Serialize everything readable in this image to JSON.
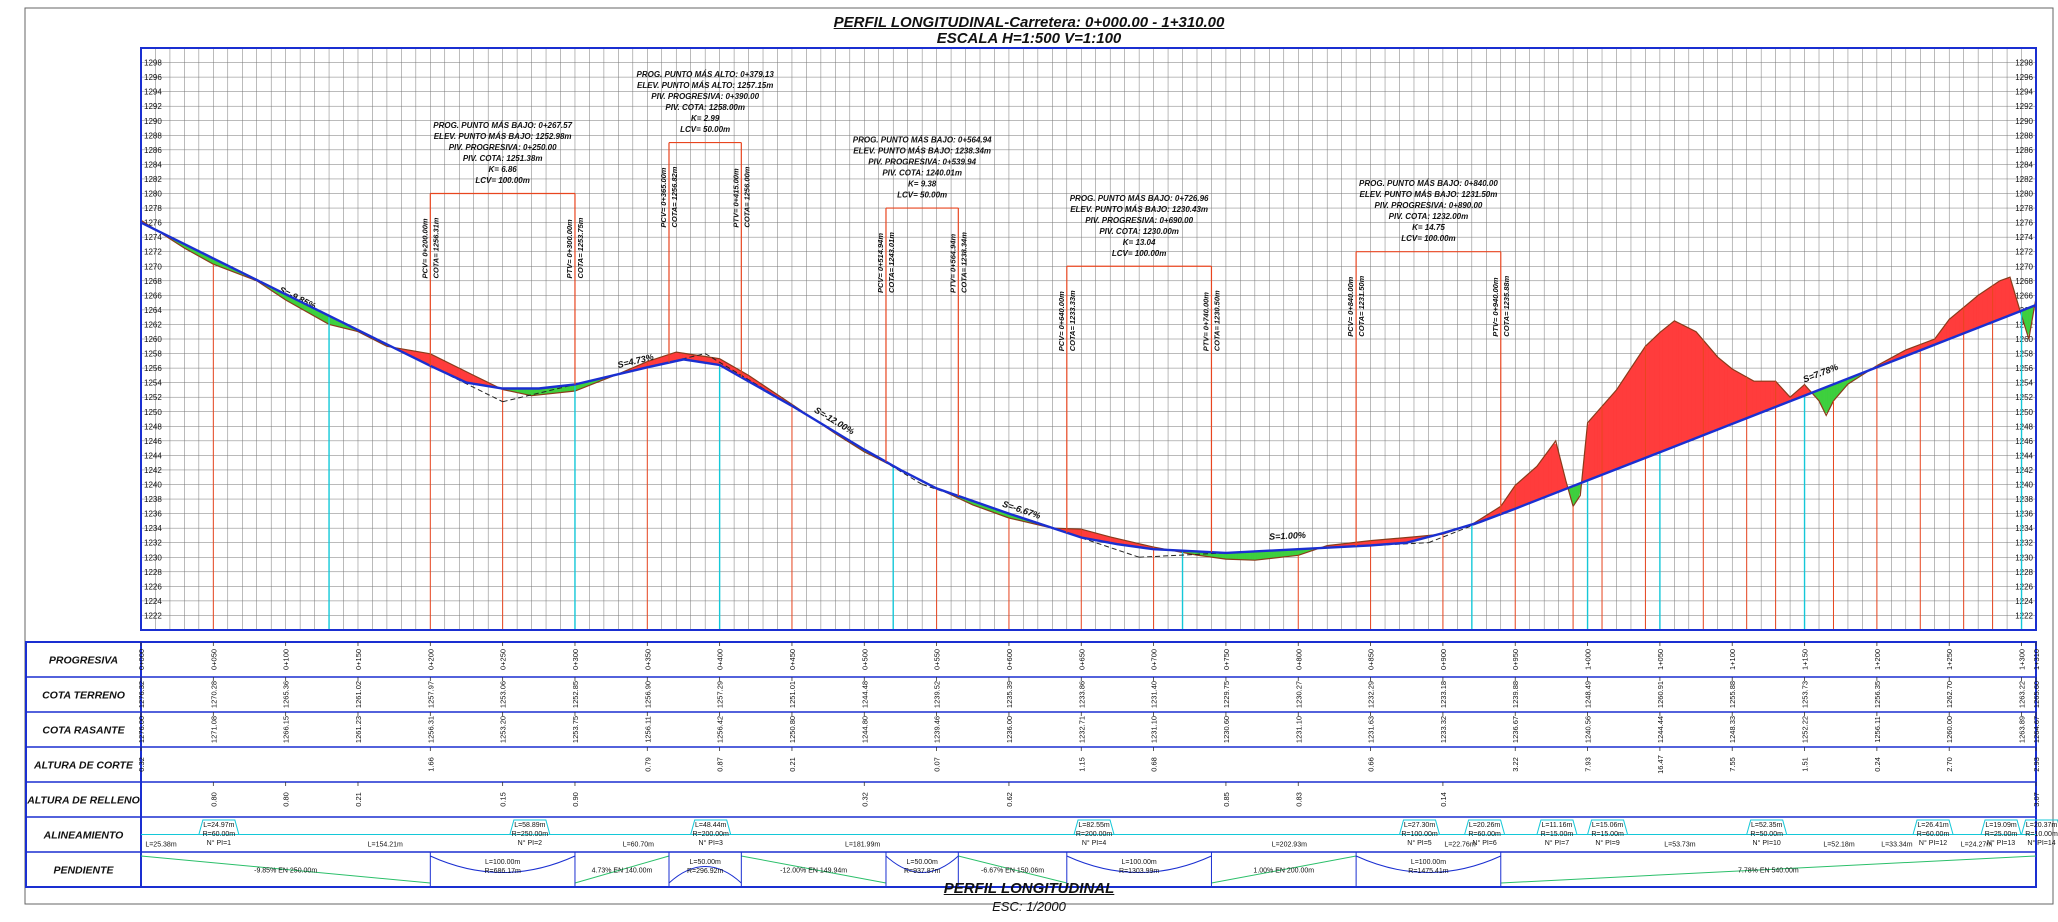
{
  "title": "PERFIL LONGITUDINAL-Carretera: 0+000.00 - 1+310.00",
  "subtitle": "ESCALA H=1:500 V=1:100",
  "footer_title": "PERFIL LONGITUDINAL",
  "footer_scale": "ESC: 1/2000",
  "colors": {
    "frame": "#1a2fd1",
    "grade": "#1a2fd1",
    "cut": "#ff3c3c",
    "fill": "#3ecf3e",
    "grid": "#777777",
    "vertical_red": "#e8451f",
    "vertical_cyan": "#14c8d8",
    "text": "#111111"
  },
  "chart_data": {
    "type": "profile",
    "x_range": [
      0,
      1310
    ],
    "y_range": [
      1220,
      1300
    ],
    "y_ticks": [
      1222,
      1224,
      1226,
      1228,
      1230,
      1232,
      1234,
      1236,
      1238,
      1240,
      1242,
      1244,
      1246,
      1248,
      1250,
      1252,
      1254,
      1256,
      1258,
      1260,
      1262,
      1264,
      1266,
      1268,
      1270,
      1272,
      1274,
      1276,
      1278,
      1280,
      1282,
      1284,
      1286,
      1288,
      1290,
      1292,
      1294,
      1296,
      1298
    ],
    "y_tick_labels": [
      "1222",
      "1224",
      "1226",
      "1228",
      "1230",
      "1232",
      "1234",
      "1236",
      "1238",
      "1240",
      "1242",
      "1244",
      "1246",
      "1248",
      "1250",
      "1252",
      "1254",
      "1256",
      "1258",
      "1260",
      "1262",
      "1264",
      "1266",
      "1268",
      "1270",
      "1272",
      "1274",
      "1276",
      "1278",
      "1280",
      "1282",
      "1284",
      "1286",
      "1288",
      "1290",
      "1292",
      "1294",
      "1296",
      "1298"
    ],
    "terrain": [
      [
        0,
        1276.32
      ],
      [
        30,
        1272.5
      ],
      [
        50,
        1270.28
      ],
      [
        80,
        1268.0
      ],
      [
        100,
        1265.36
      ],
      [
        130,
        1262.0
      ],
      [
        150,
        1261.02
      ],
      [
        170,
        1259.0
      ],
      [
        200,
        1257.97
      ],
      [
        230,
        1255.0
      ],
      [
        250,
        1253.06
      ],
      [
        270,
        1252.2
      ],
      [
        300,
        1252.85
      ],
      [
        330,
        1255.2
      ],
      [
        350,
        1256.9
      ],
      [
        370,
        1258.2
      ],
      [
        390,
        1257.6
      ],
      [
        400,
        1257.29
      ],
      [
        420,
        1255.0
      ],
      [
        450,
        1251.01
      ],
      [
        480,
        1247.0
      ],
      [
        500,
        1244.48
      ],
      [
        520,
        1242.5
      ],
      [
        550,
        1239.52
      ],
      [
        575,
        1237.2
      ],
      [
        600,
        1235.39
      ],
      [
        630,
        1234.0
      ],
      [
        650,
        1233.86
      ],
      [
        670,
        1232.8
      ],
      [
        700,
        1231.4
      ],
      [
        730,
        1230.3
      ],
      [
        750,
        1229.75
      ],
      [
        770,
        1229.6
      ],
      [
        800,
        1230.27
      ],
      [
        820,
        1231.6
      ],
      [
        850,
        1232.29
      ],
      [
        880,
        1232.8
      ],
      [
        900,
        1233.18
      ],
      [
        920,
        1234.5
      ],
      [
        940,
        1237.0
      ],
      [
        950,
        1239.88
      ],
      [
        965,
        1242.5
      ],
      [
        978,
        1246.0
      ],
      [
        985,
        1240.5
      ],
      [
        990,
        1237.0
      ],
      [
        995,
        1238.5
      ],
      [
        1000,
        1248.49
      ],
      [
        1020,
        1253.0
      ],
      [
        1040,
        1259.0
      ],
      [
        1050,
        1260.91
      ],
      [
        1060,
        1262.5
      ],
      [
        1075,
        1261.0
      ],
      [
        1090,
        1257.5
      ],
      [
        1100,
        1255.88
      ],
      [
        1115,
        1254.2
      ],
      [
        1130,
        1254.2
      ],
      [
        1140,
        1252.0
      ],
      [
        1150,
        1253.73
      ],
      [
        1160,
        1251.5
      ],
      [
        1165,
        1249.5
      ],
      [
        1170,
        1251.5
      ],
      [
        1180,
        1253.8
      ],
      [
        1200,
        1256.35
      ],
      [
        1220,
        1258.5
      ],
      [
        1240,
        1260.0
      ],
      [
        1250,
        1262.7
      ],
      [
        1270,
        1266.0
      ],
      [
        1285,
        1268.0
      ],
      [
        1292,
        1268.5
      ],
      [
        1300,
        1263.22
      ],
      [
        1305,
        1260.0
      ],
      [
        1310,
        1265.67
      ]
    ],
    "grade": [
      [
        0,
        1276.0
      ],
      [
        50,
        1271.08
      ],
      [
        100,
        1266.15
      ],
      [
        150,
        1261.23
      ],
      [
        200,
        1256.31
      ],
      [
        225,
        1254.0
      ],
      [
        250,
        1253.2
      ],
      [
        275,
        1253.2
      ],
      [
        300,
        1253.75
      ],
      [
        350,
        1256.11
      ],
      [
        375,
        1257.2
      ],
      [
        400,
        1256.42
      ],
      [
        450,
        1250.8
      ],
      [
        500,
        1244.8
      ],
      [
        525,
        1242.0
      ],
      [
        550,
        1239.46
      ],
      [
        600,
        1236.0
      ],
      [
        650,
        1232.71
      ],
      [
        675,
        1231.8
      ],
      [
        700,
        1231.1
      ],
      [
        750,
        1230.6
      ],
      [
        800,
        1231.1
      ],
      [
        850,
        1231.63
      ],
      [
        875,
        1232.0
      ],
      [
        900,
        1233.32
      ],
      [
        925,
        1234.8
      ],
      [
        950,
        1236.67
      ],
      [
        1000,
        1240.56
      ],
      [
        1050,
        1244.44
      ],
      [
        1100,
        1248.33
      ],
      [
        1150,
        1252.22
      ],
      [
        1200,
        1256.11
      ],
      [
        1250,
        1260.0
      ],
      [
        1300,
        1263.89
      ],
      [
        1310,
        1264.67
      ]
    ],
    "tangent_segments": [
      {
        "label": "S=-9.85%",
        "x0": 0,
        "y0": 1276.0,
        "x1": 250,
        "y1": 1251.38,
        "lx": 95,
        "ly": 1266.5
      },
      {
        "label": "S=4.73%",
        "x0": 250,
        "y0": 1251.38,
        "x1": 390,
        "y1": 1258.0,
        "lx": 330,
        "ly": 1256.0
      },
      {
        "label": "S=-12.00%",
        "x0": 390,
        "y0": 1258.0,
        "x1": 540,
        "y1": 1240.01,
        "lx": 465,
        "ly": 1250.0
      },
      {
        "label": "S=-6.67%",
        "x0": 540,
        "y0": 1240.01,
        "x1": 690,
        "y1": 1230.0,
        "lx": 595,
        "ly": 1237.0
      },
      {
        "label": "S=1.00%",
        "x0": 690,
        "y0": 1230.0,
        "x1": 890,
        "y1": 1232.0,
        "lx": 780,
        "ly": 1232.4
      },
      {
        "label": "S=7.78%",
        "x0": 890,
        "y0": 1232.0,
        "x1": 1310,
        "y1": 1264.67,
        "lx": 1150,
        "ly": 1254.0
      }
    ],
    "vertical_curves": [
      {
        "lines": [
          "PROG. PUNTO MÁS BAJO: 0+267.57",
          "ELEV. PUNTO MÁS BAJO: 1252.98m",
          "PIV. PROGRESIVA: 0+250.00",
          "PIV. COTA: 1251.38m",
          "K= 6.86",
          "LCV= 100.00m"
        ],
        "pcv": 200,
        "ptv": 300,
        "bar_y": 1280.0,
        "text_y": 1289.0,
        "pcv_label": "PCV= 0+200.00m",
        "pcv_cota": "COTA= 1256.31m",
        "ptv_label": "PTV= 0+300.00m",
        "ptv_cota": "COTA= 1253.75m"
      },
      {
        "lines": [
          "PROG. PUNTO MÁS ALTO: 0+379.13",
          "ELEV. PUNTO MÁS ALTO: 1257.15m",
          "PIV. PROGRESIVA: 0+390.00",
          "PIV. COTA: 1258.00m",
          "K= 2.99",
          "LCV= 50.00m"
        ],
        "pcv": 365,
        "ptv": 415,
        "bar_y": 1287.0,
        "text_y": 1296.0,
        "pcv_label": "PCV= 0+365.00m",
        "pcv_cota": "COTA= 1256.82m",
        "ptv_label": "PTV= 0+415.00m",
        "ptv_cota": "COTA= 1256.00m"
      },
      {
        "lines": [
          "PROG. PUNTO MÁS BAJO: 0+564.94",
          "ELEV. PUNTO MÁS BAJO: 1238.34m",
          "PIV. PROGRESIVA: 0+539.94",
          "PIV. COTA: 1240.01m",
          "K= 9.38",
          "LCV= 50.00m"
        ],
        "pcv": 515,
        "ptv": 565,
        "bar_y": 1278.0,
        "text_y": 1287.0,
        "pcv_label": "PCV= 0+514.94m",
        "pcv_cota": "COTA= 1243.01m",
        "ptv_label": "PTV= 0+564.94m",
        "ptv_cota": "COTA= 1238.34m"
      },
      {
        "lines": [
          "PROG. PUNTO MÁS BAJO: 0+726.96",
          "ELEV. PUNTO MÁS BAJO: 1230.43m",
          "PIV. PROGRESIVA: 0+690.00",
          "PIV. COTA: 1230.00m",
          "K= 13.04",
          "LCV= 100.00m"
        ],
        "pcv": 640,
        "ptv": 740,
        "bar_y": 1270.0,
        "text_y": 1279.0,
        "pcv_label": "PCV= 0+640.00m",
        "pcv_cota": "COTA= 1233.33m",
        "ptv_label": "PTV= 0+740.00m",
        "ptv_cota": "COTA= 1230.50m"
      },
      {
        "lines": [
          "PROG. PUNTO MÁS BAJO: 0+840.00",
          "ELEV. PUNTO MÁS BAJO: 1231.50m",
          "PIV. PROGRESIVA: 0+890.00",
          "PIV. COTA: 1232.00m",
          "K= 14.75",
          "LCV= 100.00m"
        ],
        "pcv": 840,
        "ptv": 940,
        "bar_y": 1272.0,
        "text_y": 1281.0,
        "pcv_label": "PCV= 0+840.00m",
        "pcv_cota": "COTA= 1231.50m",
        "ptv_label": "PTV= 0+940.00m",
        "ptv_cota": "COTA= 1235.88m"
      }
    ],
    "cyan_lines": [
      130,
      300,
      400,
      520,
      720,
      920,
      1000,
      1050,
      1150,
      1300
    ],
    "red_lines": [
      50,
      200,
      250,
      350,
      450,
      550,
      600,
      650,
      700,
      800,
      850,
      900,
      950,
      990,
      1010,
      1040,
      1080,
      1110,
      1130,
      1170,
      1200,
      1230,
      1260,
      1280,
      1310
    ]
  },
  "table": {
    "rows": [
      {
        "label": "PROGRESIVA",
        "values": [
          "0+000",
          "0+050",
          "0+100",
          "0+150",
          "0+200",
          "0+250",
          "0+300",
          "0+350",
          "0+400",
          "0+450",
          "0+500",
          "0+550",
          "0+600",
          "0+650",
          "0+700",
          "0+750",
          "0+800",
          "0+850",
          "0+900",
          "0+950",
          "1+000",
          "1+050",
          "1+100",
          "1+150",
          "1+200",
          "1+250",
          "1+300",
          "1+310"
        ]
      },
      {
        "label": "COTA TERRENO",
        "values": [
          "1276.32",
          "1270.28",
          "1265.36",
          "1261.02",
          "1257.97",
          "1253.06",
          "1252.85",
          "1256.90",
          "1257.29",
          "1251.01",
          "1244.48",
          "1239.52",
          "1235.39",
          "1233.86",
          "1231.40",
          "1229.75",
          "1230.27",
          "1232.29",
          "1233.18",
          "1239.88",
          "1248.49",
          "1260.91",
          "1255.88",
          "1253.73",
          "1256.35",
          "1262.70",
          "1263.22",
          "1265.60"
        ]
      },
      {
        "label": "COTA RASANTE",
        "values": [
          "1276.00",
          "1271.08",
          "1266.15",
          "1261.23",
          "1256.31",
          "1253.20",
          "1253.75",
          "1256.11",
          "1256.42",
          "1250.80",
          "1244.80",
          "1239.46",
          "1236.00",
          "1232.71",
          "1231.10",
          "1230.60",
          "1231.10",
          "1231.63",
          "1233.32",
          "1236.67",
          "1240.56",
          "1244.44",
          "1248.33",
          "1252.22",
          "1256.11",
          "1260.00",
          "1263.89",
          "1264.67"
        ]
      },
      {
        "label": "ALTURA DE CORTE",
        "values": [
          "0.32",
          "",
          "",
          "",
          "1.66",
          "",
          "",
          "0.79",
          "0.87",
          "0.21",
          "",
          "0.07",
          "",
          "1.15",
          "0.68",
          "",
          "",
          "0.66",
          "",
          "3.22",
          "7.93",
          "16.47",
          "7.55",
          "1.51",
          "0.24",
          "2.70",
          "",
          "2.93"
        ]
      },
      {
        "label": "ALTURA DE RELLENO",
        "values": [
          "",
          "0.80",
          "0.80",
          "0.21",
          "",
          "0.15",
          "0.90",
          "",
          "",
          "",
          "0.32",
          "",
          "0.62",
          "",
          "",
          "0.85",
          "0.83",
          "",
          "0.14",
          "",
          "",
          "",
          "",
          "",
          "",
          "",
          "",
          "3.07"
        ]
      }
    ],
    "alineamiento": {
      "label": "ALINEAMIENTO",
      "items": [
        {
          "x": 0,
          "lines": [
            "L=25.38m"
          ]
        },
        {
          "x": 40,
          "lines": [
            "L=24.97m",
            "R=60.00m",
            "N° PI=1"
          ]
        },
        {
          "x": 155,
          "lines": [
            "L=154.21m"
          ]
        },
        {
          "x": 255,
          "lines": [
            "L=58.89m",
            "R=250.00m",
            "N° PI=2"
          ]
        },
        {
          "x": 330,
          "lines": [
            "L=60.70m"
          ]
        },
        {
          "x": 380,
          "lines": [
            "L=48.44m",
            "R=200.00m",
            "N° PI=3"
          ]
        },
        {
          "x": 485,
          "lines": [
            "L=181.99m"
          ]
        },
        {
          "x": 645,
          "lines": [
            "L=82.55m",
            "R=200.00m",
            "N° PI=4"
          ]
        },
        {
          "x": 780,
          "lines": [
            "L=202.93m"
          ]
        },
        {
          "x": 870,
          "lines": [
            "L=27.30m",
            "R=100.00m",
            "N° PI=5"
          ]
        },
        {
          "x": 898,
          "lines": [
            "L=22.76m"
          ]
        },
        {
          "x": 915,
          "lines": [
            "L=20.26m",
            "R=60.00m",
            "N° PI=6"
          ]
        },
        {
          "x": 965,
          "lines": [
            "L=11.16m",
            "R=15.00m",
            "N° PI=7"
          ]
        },
        {
          "x": 1000,
          "lines": [
            "L=15.06m",
            "R=15.00m",
            "N° PI=9"
          ]
        },
        {
          "x": 1050,
          "lines": [
            "L=53.73m"
          ]
        },
        {
          "x": 1110,
          "lines": [
            "L=52.35m",
            "R=50.00m",
            "N° PI=10"
          ]
        },
        {
          "x": 1160,
          "lines": [
            "L=52.18m"
          ]
        },
        {
          "x": 1200,
          "lines": [
            "L=33.34m"
          ]
        },
        {
          "x": 1225,
          "lines": [
            "L=26.41m",
            "R=60.00m",
            "N° PI=12"
          ]
        },
        {
          "x": 1255,
          "lines": [
            "L=24.27m"
          ]
        },
        {
          "x": 1272,
          "lines": [
            "L=19.09m",
            "R=25.00m",
            "N° PI=13"
          ]
        },
        {
          "x": 1300,
          "lines": [
            "L=20.37m",
            "R=10.00m",
            "N° PI=14"
          ]
        }
      ]
    },
    "pendiente": {
      "label": "PENDIENTE",
      "tangents": [
        {
          "x0": 0,
          "x1": 200,
          "text": "-9.85% EN 250.00m"
        },
        {
          "x0": 300,
          "x1": 365,
          "text": "4.73% EN 140.00m"
        },
        {
          "x0": 415,
          "x1": 515,
          "text": "-12.00% EN 149.94m"
        },
        {
          "x0": 565,
          "x1": 640,
          "text": "-6.67% EN 150.06m"
        },
        {
          "x0": 740,
          "x1": 840,
          "text": "1.00% EN 200.00m"
        },
        {
          "x0": 940,
          "x1": 1310,
          "text": "7.78% EN 540.00m"
        }
      ],
      "curves": [
        {
          "x0": 200,
          "x1": 300,
          "l": "L=100.00m",
          "r": "R=686.17m",
          "down": true
        },
        {
          "x0": 365,
          "x1": 415,
          "l": "L=50.00m",
          "r": "R=296.92m",
          "down": false
        },
        {
          "x0": 515,
          "x1": 565,
          "l": "L=50.00m",
          "r": "R=937.87m",
          "down": true
        },
        {
          "x0": 640,
          "x1": 740,
          "l": "L=100.00m",
          "r": "R=1303.99m",
          "down": true
        },
        {
          "x0": 840,
          "x1": 940,
          "l": "L=100.00m",
          "r": "R=1475.41m",
          "down": true
        }
      ]
    }
  }
}
